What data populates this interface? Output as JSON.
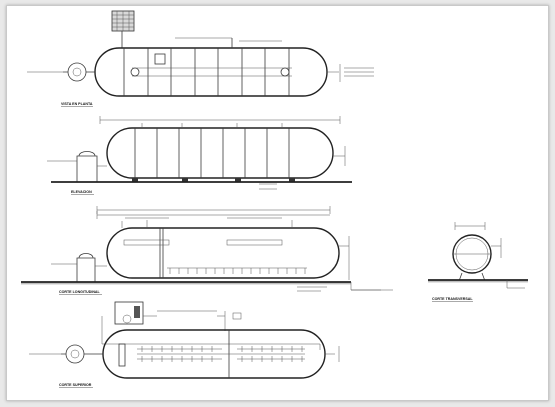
{
  "views": [
    {
      "id": "planta",
      "title": "VISTA EN PLANTA"
    },
    {
      "id": "elevacion",
      "title": "ELEVACION"
    },
    {
      "id": "longitudinal",
      "title": "CORTE LONGITUDINAL"
    },
    {
      "id": "transversal",
      "title": "CORTE TRANSVERSAL"
    },
    {
      "id": "superior",
      "title": "CORTE SUPERIOR"
    }
  ],
  "colors": {
    "line": "#3a3a3a",
    "ground": "#222222",
    "paper": "#ffffff",
    "frame": "#e9e9e9"
  }
}
